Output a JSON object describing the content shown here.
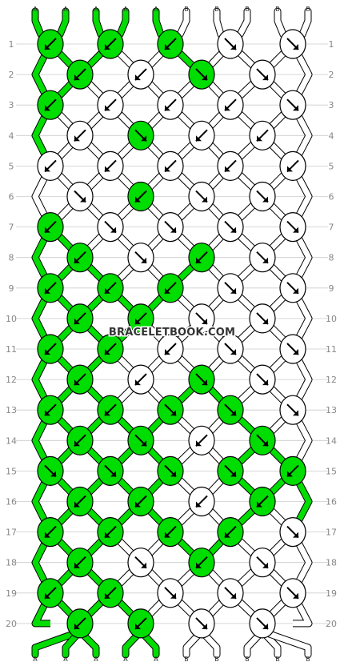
{
  "watermark": "BRACELETBOOK.COM",
  "colors": {
    "A": "#00dd00",
    "B": "#ffffff",
    "outline": "#000000",
    "row_lines": "#cccccc"
  },
  "strand_labels_top": [
    "A",
    "A",
    "A",
    "A",
    "A",
    "B",
    "B",
    "B",
    "B",
    "B"
  ],
  "strand_labels_bottom": [
    "A",
    "A",
    "A",
    "A",
    "A",
    "B",
    "B",
    "B",
    "B",
    "B"
  ],
  "row_numbers": [
    "1",
    "2",
    "3",
    "4",
    "5",
    "6",
    "7",
    "8",
    "9",
    "10",
    "11",
    "12",
    "13",
    "14",
    "15",
    "16",
    "17",
    "18",
    "19",
    "20"
  ],
  "knot_rows": [
    [
      "A:fb",
      "A:fb",
      "A:fb",
      "B:f",
      "B:f"
    ],
    [
      "A:fb",
      "B:fb",
      "A:f",
      "B:f"
    ],
    [
      "A:fb",
      "B:fb",
      "B:fb",
      "B:fb",
      "B:f"
    ],
    [
      "B:fb",
      "A:f",
      "B:fb",
      "B:fb"
    ],
    [
      "B:fb",
      "B:fb",
      "B:fb",
      "B:fb",
      "B:fb"
    ],
    [
      "B:f",
      "A:fb",
      "B:f",
      "B:f"
    ],
    [
      "A:fb",
      "B:f",
      "B:f",
      "B:f",
      "B:f"
    ],
    [
      "A:fb",
      "B:f",
      "A:fb",
      "B:f"
    ],
    [
      "A:fb",
      "A:fb",
      "A:fb",
      "B:f",
      "B:f"
    ],
    [
      "A:fb",
      "A:fb",
      "B:f",
      "B:f"
    ],
    [
      "A:fb",
      "A:fb",
      "B:fb",
      "B:f",
      "B:f"
    ],
    [
      "A:fb",
      "B:fb",
      "A:f",
      "B:f"
    ],
    [
      "A:fb",
      "A:fb",
      "A:f",
      "A:f",
      "B:f"
    ],
    [
      "A:fb",
      "A:f",
      "B:fb",
      "A:f"
    ],
    [
      "A:f",
      "A:f",
      "A:f",
      "A:f",
      "A:fb"
    ],
    [
      "A:fb",
      "A:fb",
      "B:fb",
      "A:fb"
    ],
    [
      "A:fb",
      "A:fb",
      "A:fb",
      "A:fb",
      "B:f"
    ],
    [
      "A:fb",
      "B:f",
      "A:fb",
      "B:f"
    ],
    [
      "A:fb",
      "A:fb",
      "B:f",
      "B:f",
      "B:f"
    ],
    [
      "A:fb",
      "A:fb",
      "B:f",
      "B:f"
    ]
  ]
}
